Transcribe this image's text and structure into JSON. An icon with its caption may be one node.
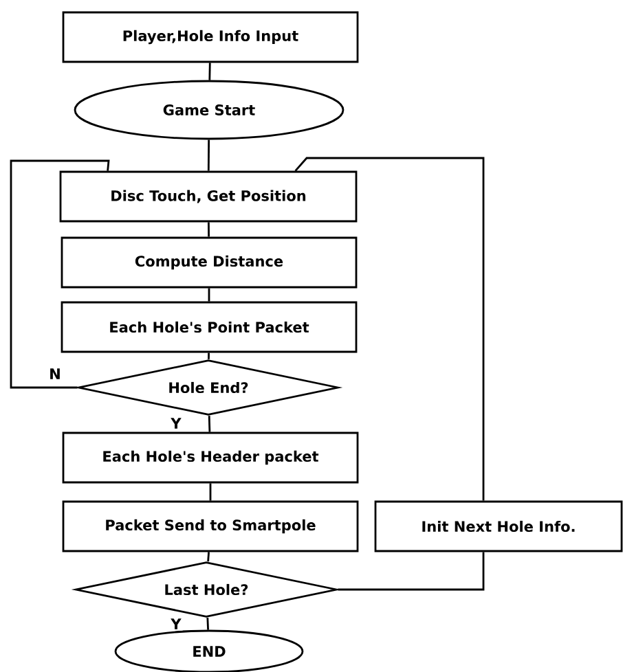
{
  "diagram": {
    "nodes": [
      {
        "text": [
          "Player,Hole Info Input"
        ]
      },
      {
        "text": [
          "Game Start"
        ]
      },
      {
        "text": [
          "Disc Touch, Get Position"
        ]
      },
      {
        "text": [
          "Compute Distance"
        ]
      },
      {
        "text": [
          "Each Hole's Point Packet"
        ]
      },
      {
        "text": [
          "Hole End?"
        ]
      },
      {
        "text": [
          "Each Hole's Header packet"
        ]
      },
      {
        "text": [
          "Packet Send to Smartpole"
        ]
      },
      {
        "text": [
          "Last Hole?"
        ]
      },
      {
        "text": [
          "END"
        ]
      },
      {
        "text": [
          "Init Next Hole Info."
        ]
      }
    ],
    "edges": [
      {
        "from": 0,
        "to": 1,
        "arrow": "none"
      },
      {
        "from": 1,
        "to": 2,
        "arrow": "none"
      },
      {
        "from": 2,
        "to": 3,
        "arrow": "none"
      },
      {
        "from": 3,
        "to": 4,
        "arrow": "none"
      },
      {
        "from": 4,
        "to": 5,
        "arrow": "none"
      },
      {
        "from": 5,
        "to": 2,
        "arrow": "none",
        "label": "N"
      },
      {
        "from": 5,
        "to": 6,
        "arrow": "none",
        "label": "Y"
      },
      {
        "from": 6,
        "to": 7,
        "arrow": "none"
      },
      {
        "from": 7,
        "to": 8,
        "arrow": "none"
      },
      {
        "from": 8,
        "to": 10,
        "arrow": "none"
      },
      {
        "from": 10,
        "to": 2,
        "arrow": "none"
      },
      {
        "from": 8,
        "to": 9,
        "arrow": "none",
        "label": "Y"
      }
    ]
  }
}
